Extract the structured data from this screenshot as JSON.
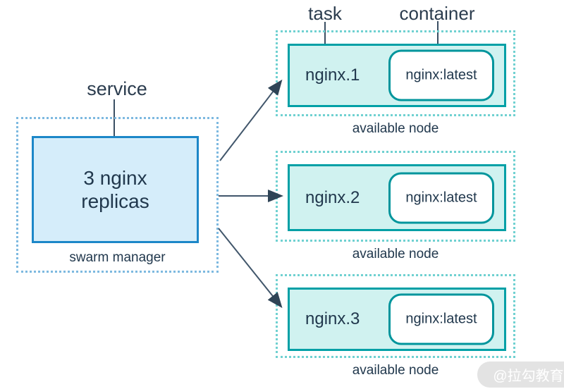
{
  "labels": {
    "service": "service",
    "task": "task",
    "container": "container"
  },
  "manager": {
    "replicas_text": "3 nginx replicas",
    "caption": "swarm manager"
  },
  "nodes": [
    {
      "task_name": "nginx.1",
      "image": "nginx:latest",
      "caption": "available node"
    },
    {
      "task_name": "nginx.2",
      "image": "nginx:latest",
      "caption": "available node"
    },
    {
      "task_name": "nginx.3",
      "image": "nginx:latest",
      "caption": "available node"
    }
  ],
  "watermark": "@拉勾教育",
  "colors": {
    "manager_border": "#1c87c8",
    "manager_fill": "#d5edfa",
    "manager_dotted": "#7db9e0",
    "node_border": "#00a0a6",
    "node_fill": "#d0f2f0",
    "node_dotted": "#70d1d1",
    "container_border": "#00959c",
    "text_navy": "#21384d",
    "arrow": "#3a4f63",
    "watermark_bg": "#e3e3e3"
  }
}
